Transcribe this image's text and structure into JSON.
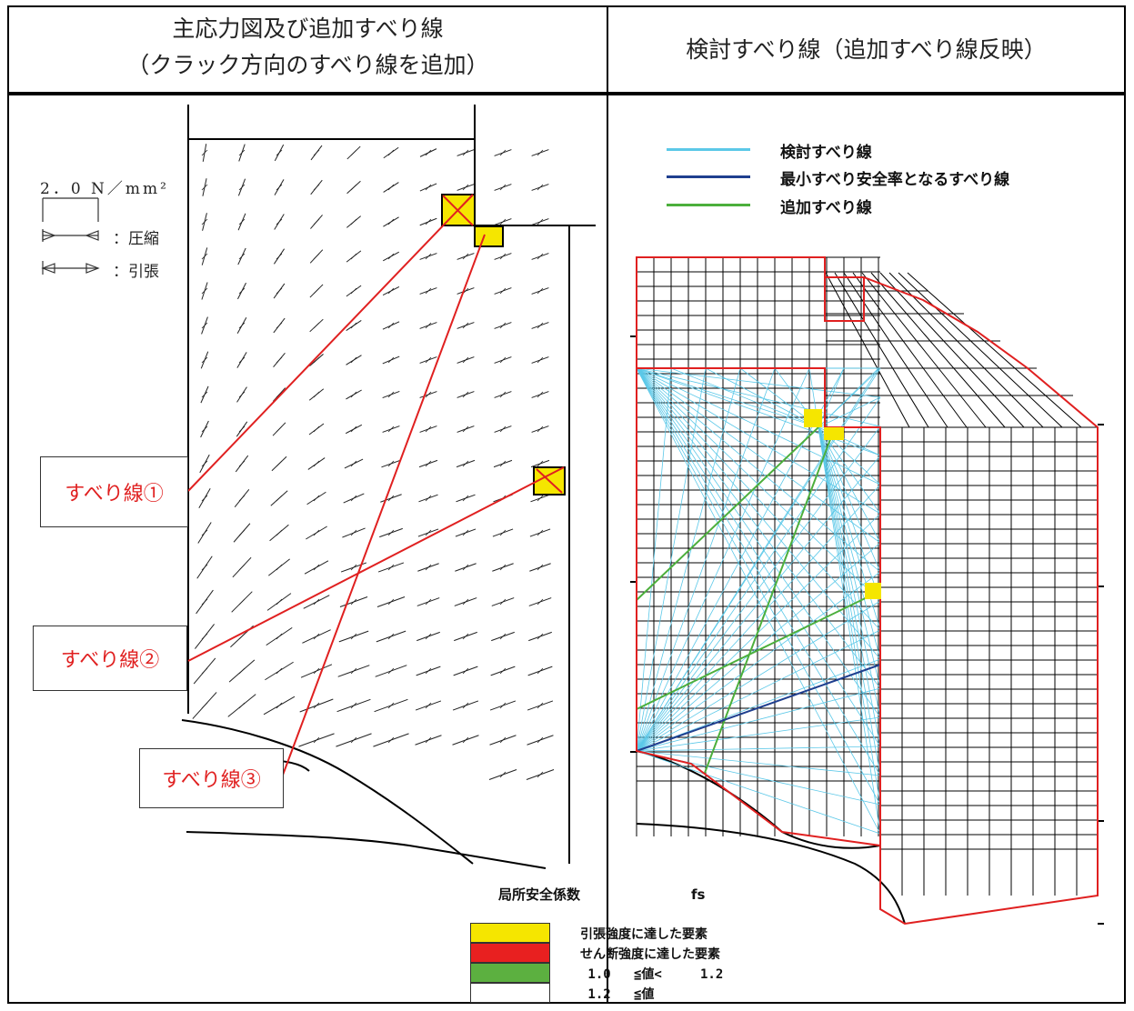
{
  "headers": {
    "left_line1": "主応力図及び追加すべり線",
    "left_line2": "（クラック方向のすべり線を追加）",
    "right": "検討すべり線（追加すべり線反映）"
  },
  "scale_legend": {
    "magnitude": "2．0 N／mm²",
    "compression": "：圧縮",
    "tension": "：引張"
  },
  "slip_line_labels": [
    "すべり線①",
    "すべり線②",
    "すべり線③"
  ],
  "right_legend": [
    {
      "label": "検討すべり線",
      "color": "#5bc8e8"
    },
    {
      "label": "最小すべり安全率となるすべり線",
      "color": "#1f3f8f"
    },
    {
      "label": "追加すべり線",
      "color": "#4caf3c"
    }
  ],
  "safety_factor_legend": {
    "title": "局所安全係数",
    "symbol": "fs",
    "rows": [
      {
        "color": "#f5e600",
        "label": "引張強度に達した要素"
      },
      {
        "color": "#e82020",
        "label": "せん断強度に達した要素"
      },
      {
        "color": "#5cb040",
        "label": " 1.0   ≦値<     1.2"
      },
      {
        "color": "#ffffff",
        "label": " 1.2   ≦値"
      }
    ]
  },
  "colors": {
    "slip_line": "#e02020",
    "yellow_element": "#f5e600",
    "mesh_boundary": "#e02020"
  }
}
